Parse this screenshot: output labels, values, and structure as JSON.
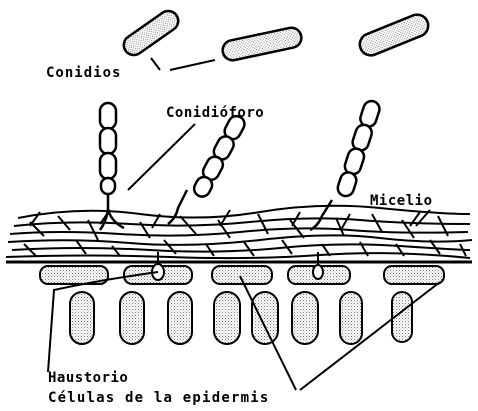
{
  "labels": {
    "conidios": "Conidios",
    "conidioforo": "Conidióforo",
    "micelio": "Micelio",
    "haustorio": "Haustorio",
    "celulas": "Células de la epidermis"
  },
  "colors": {
    "ink": "#000000",
    "stipple": "#9a9a9a",
    "background": "#ffffff"
  }
}
